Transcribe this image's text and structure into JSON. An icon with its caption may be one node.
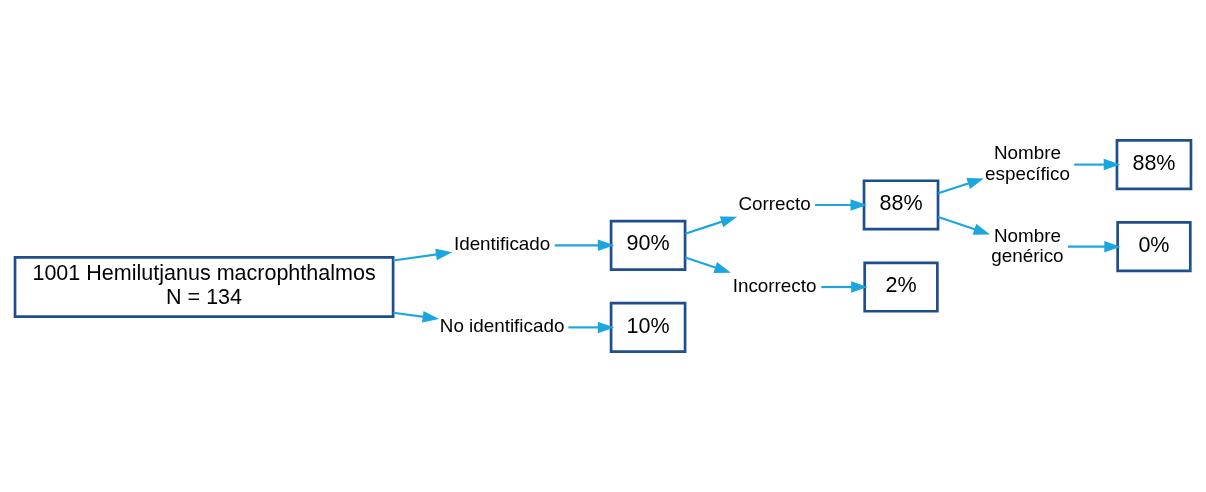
{
  "diagram": {
    "nodes": [
      {
        "text": [
          "1001 Hemilutjanus macrophthalmos",
          "N = 134"
        ]
      },
      {
        "text": [
          "Identificado"
        ]
      },
      {
        "text": [
          "90%"
        ]
      },
      {
        "text": [
          "No identificado"
        ]
      },
      {
        "text": [
          "10%"
        ]
      },
      {
        "text": [
          "Correcto"
        ]
      },
      {
        "text": [
          "88%"
        ]
      },
      {
        "text": [
          "Incorrecto"
        ]
      },
      {
        "text": [
          "2%"
        ]
      },
      {
        "text": [
          "Nombre específico"
        ]
      },
      {
        "text": [
          "88%"
        ]
      },
      {
        "text": [
          "Nombre genérico"
        ]
      },
      {
        "text": [
          "0%"
        ]
      }
    ],
    "edges": [
      {
        "from": 0,
        "to": 1,
        "arrow": "to"
      },
      {
        "from": 1,
        "to": 2,
        "arrow": "to"
      },
      {
        "from": 0,
        "to": 3,
        "arrow": "to"
      },
      {
        "from": 3,
        "to": 4,
        "arrow": "to"
      },
      {
        "from": 2,
        "to": 5,
        "arrow": "to"
      },
      {
        "from": 5,
        "to": 6,
        "arrow": "to"
      },
      {
        "from": 2,
        "to": 7,
        "arrow": "to"
      },
      {
        "from": 7,
        "to": 8,
        "arrow": "to"
      },
      {
        "from": 6,
        "to": 9,
        "arrow": "to"
      },
      {
        "from": 9,
        "to": 10,
        "arrow": "to"
      },
      {
        "from": 6,
        "to": 11,
        "arrow": "to"
      },
      {
        "from": 11,
        "to": 12,
        "arrow": "to"
      }
    ]
  }
}
